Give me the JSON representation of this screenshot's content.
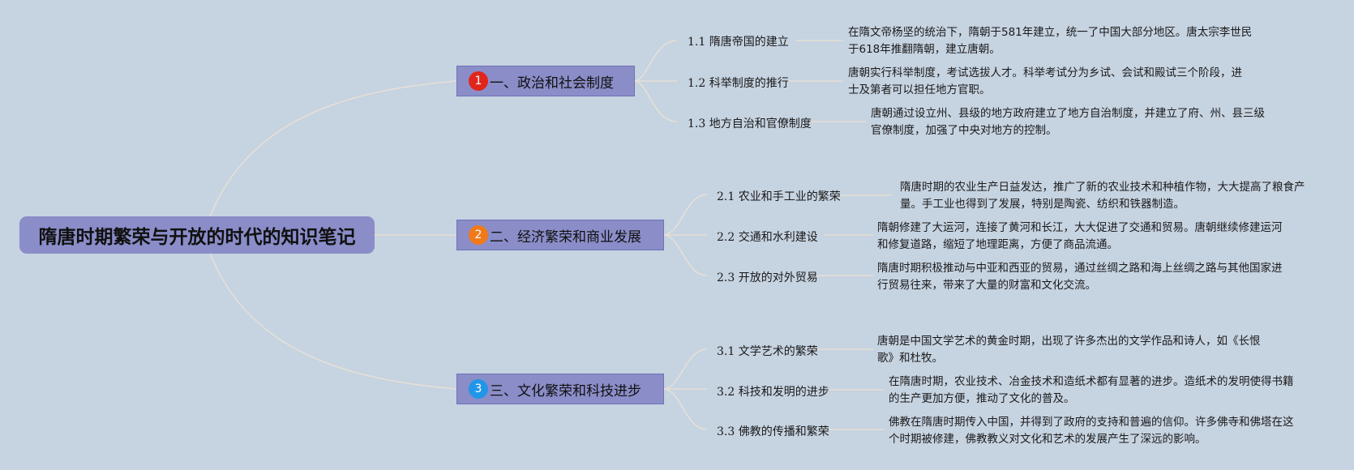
{
  "root": {
    "title": "隋唐时期繁荣与开放的时代的知识笔记"
  },
  "branches": [
    {
      "number": "1",
      "label": "一、政治和社会制度",
      "badge_color": "#e0261c",
      "children": [
        {
          "label": "1.1 隋唐帝国的建立",
          "desc": "在隋文帝杨坚的统治下，隋朝于581年建立，统一了中国大部分地区。唐太宗李世民于618年推翻隋朝，建立唐朝。"
        },
        {
          "label": "1.2 科举制度的推行",
          "desc": "唐朝实行科举制度，考试选拔人才。科举考试分为乡试、会试和殿试三个阶段，进士及第者可以担任地方官职。"
        },
        {
          "label": "1.3 地方自治和官僚制度",
          "desc": "唐朝通过设立州、县级的地方政府建立了地方自治制度，并建立了府、州、县三级官僚制度，加强了中央对地方的控制。"
        }
      ]
    },
    {
      "number": "2",
      "label": "二、经济繁荣和商业发展",
      "badge_color": "#f07a1a",
      "children": [
        {
          "label": "2.1 农业和手工业的繁荣",
          "desc": "隋唐时期的农业生产日益发达，推广了新的农业技术和种植作物，大大提高了粮食产量。手工业也得到了发展，特别是陶瓷、纺织和铁器制造。"
        },
        {
          "label": "2.2 交通和水利建设",
          "desc": "隋朝修建了大运河，连接了黄河和长江，大大促进了交通和贸易。唐朝继续修建运河和修复道路，缩短了地理距离，方便了商品流通。"
        },
        {
          "label": "2.3 开放的对外贸易",
          "desc": "隋唐时期积极推动与中亚和西亚的贸易，通过丝绸之路和海上丝绸之路与其他国家进行贸易往来，带来了大量的财富和文化交流。"
        }
      ]
    },
    {
      "number": "3",
      "label": "三、文化繁荣和科技进步",
      "badge_color": "#2196e8",
      "children": [
        {
          "label": "3.1 文学艺术的繁荣",
          "desc": "唐朝是中国文学艺术的黄金时期，出现了许多杰出的文学作品和诗人，如《长恨歌》和杜牧。"
        },
        {
          "label": "3.2 科技和发明的进步",
          "desc": "在隋唐时期，农业技术、冶金技术和造纸术都有显著的进步。造纸术的发明使得书籍的生产更加方便，推动了文化的普及。"
        },
        {
          "label": "3.3 佛教的传播和繁荣",
          "desc": "佛教在隋唐时期传入中国，并得到了政府的支持和普遍的信仰。许多佛寺和佛塔在这个时期被修建，佛教教义对文化和艺术的发展产生了深远的影响。"
        }
      ]
    }
  ]
}
